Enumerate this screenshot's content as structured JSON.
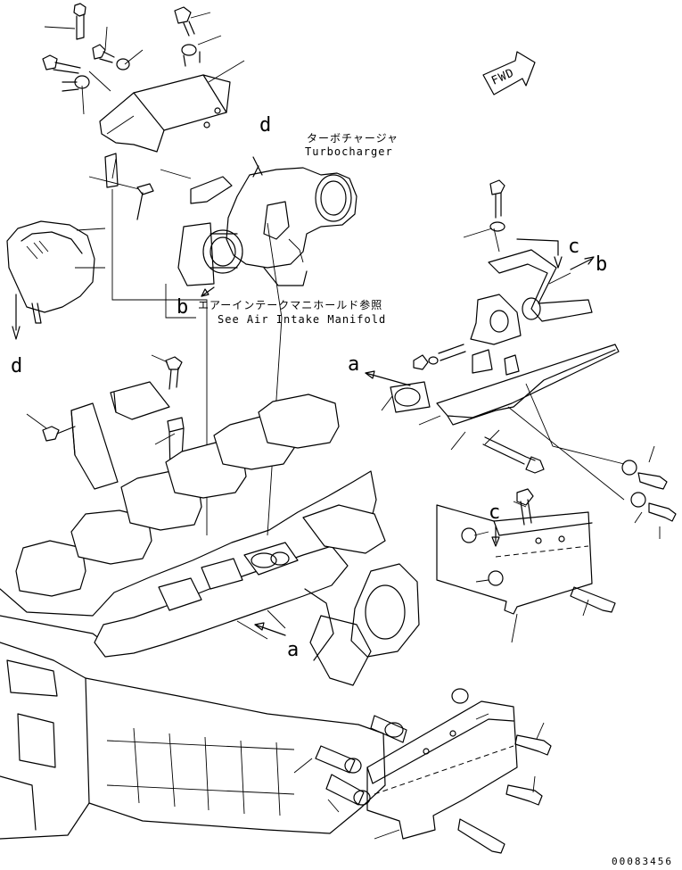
{
  "labels": {
    "turbo_jp": "ターボチャージャ",
    "turbo_en": "Turbocharger",
    "intake_jp": "エアーインテークマニホールド参照",
    "intake_en": "See Air Intake Manifold",
    "fwd": "FWD",
    "d_top": "d",
    "d_left": "d",
    "b_left": "b",
    "b_right": "b",
    "c_top": "c",
    "c_mid": "c",
    "a_top": "a",
    "a_mid": "a",
    "part_code": "00083456"
  }
}
